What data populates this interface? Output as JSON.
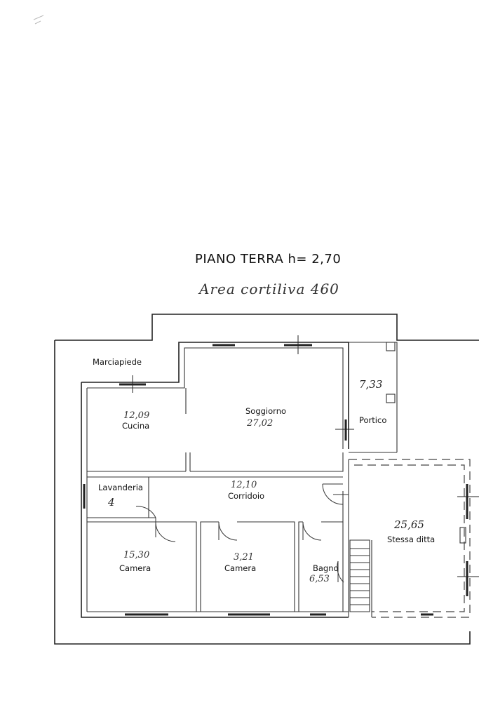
{
  "plan": {
    "title": "PIANO TERRA h= 2,70",
    "handwritten_note": "Area cortiliva 460"
  },
  "rooms": {
    "marciapiede": {
      "label": "Marciapiede"
    },
    "cucina": {
      "label": "Cucina",
      "area": "12,09"
    },
    "soggiorno": {
      "label": "Soggiorno",
      "area": "27,02"
    },
    "portico": {
      "label": "Portico",
      "area": "7,33"
    },
    "lavanderia": {
      "label": "Lavanderia",
      "area": "4"
    },
    "corridoio": {
      "label": "Corridoio",
      "area": "12,10"
    },
    "camera1": {
      "label": "Camera",
      "area": "15,30"
    },
    "camera2": {
      "label": "Camera",
      "area": "3,21"
    },
    "bagno": {
      "label": "Bagno",
      "area": "6,53"
    },
    "stessa_ditta": {
      "label": "Stessa ditta",
      "area": "25,65"
    }
  }
}
